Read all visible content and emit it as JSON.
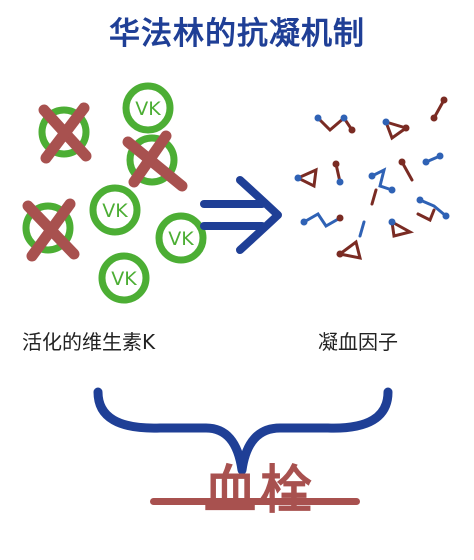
{
  "title": "华法林的抗凝机制",
  "left_label": "活化的维生素K",
  "right_label": "凝血因子",
  "result_label": "血栓",
  "vitamin_k_text": "VK",
  "colors": {
    "title": "#1f3f96",
    "vk_circle": "#4cae34",
    "cross": "#a8514f",
    "arrow": "#1f3f96",
    "brace": "#1f3f96",
    "factor_blue": "#2f62b5",
    "factor_red": "#7a2b23",
    "result": "#a8514f"
  },
  "icons": {
    "arrow": "double-arrow-right",
    "brace": "curly-brace-down"
  }
}
